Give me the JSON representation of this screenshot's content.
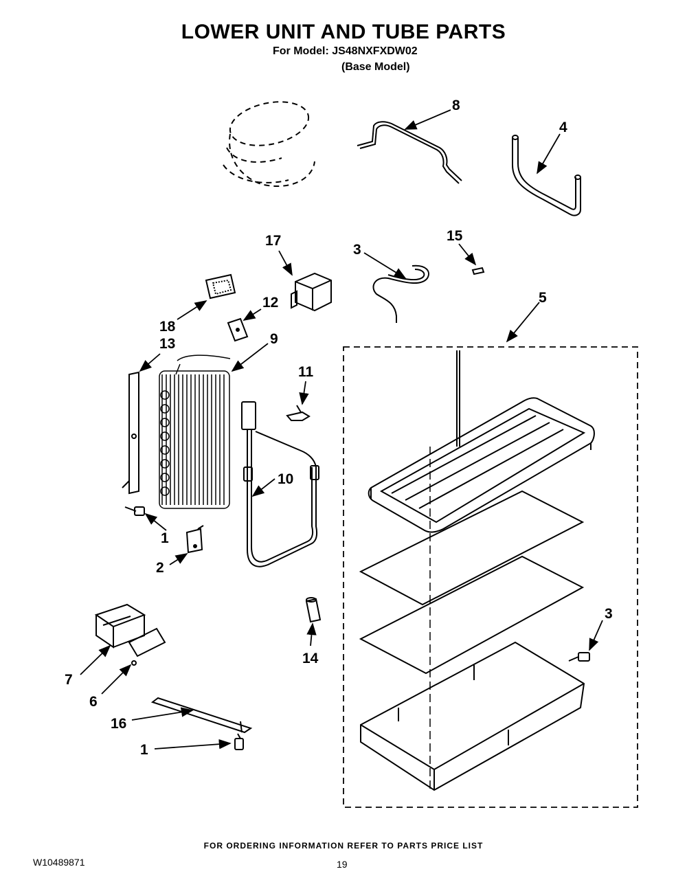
{
  "header": {
    "title": "LOWER UNIT AND TUBE PARTS",
    "model_line": "For Model: JS48NXFXDW02",
    "model_note": "(Base Model)"
  },
  "callouts": {
    "c8": "8",
    "c4": "4",
    "c17": "17",
    "c3a": "3",
    "c15": "15",
    "c5": "5",
    "c12": "12",
    "c18": "18",
    "c13": "13",
    "c9": "9",
    "c11": "11",
    "c10": "10",
    "c1a": "1",
    "c2": "2",
    "c3b": "3",
    "c14": "14",
    "c7": "7",
    "c6": "6",
    "c16": "16",
    "c1b": "1"
  },
  "footer": {
    "ordering_note": "FOR ORDERING INFORMATION REFER TO PARTS PRICE LIST",
    "document_number": "W10489871",
    "page_number": "19"
  }
}
